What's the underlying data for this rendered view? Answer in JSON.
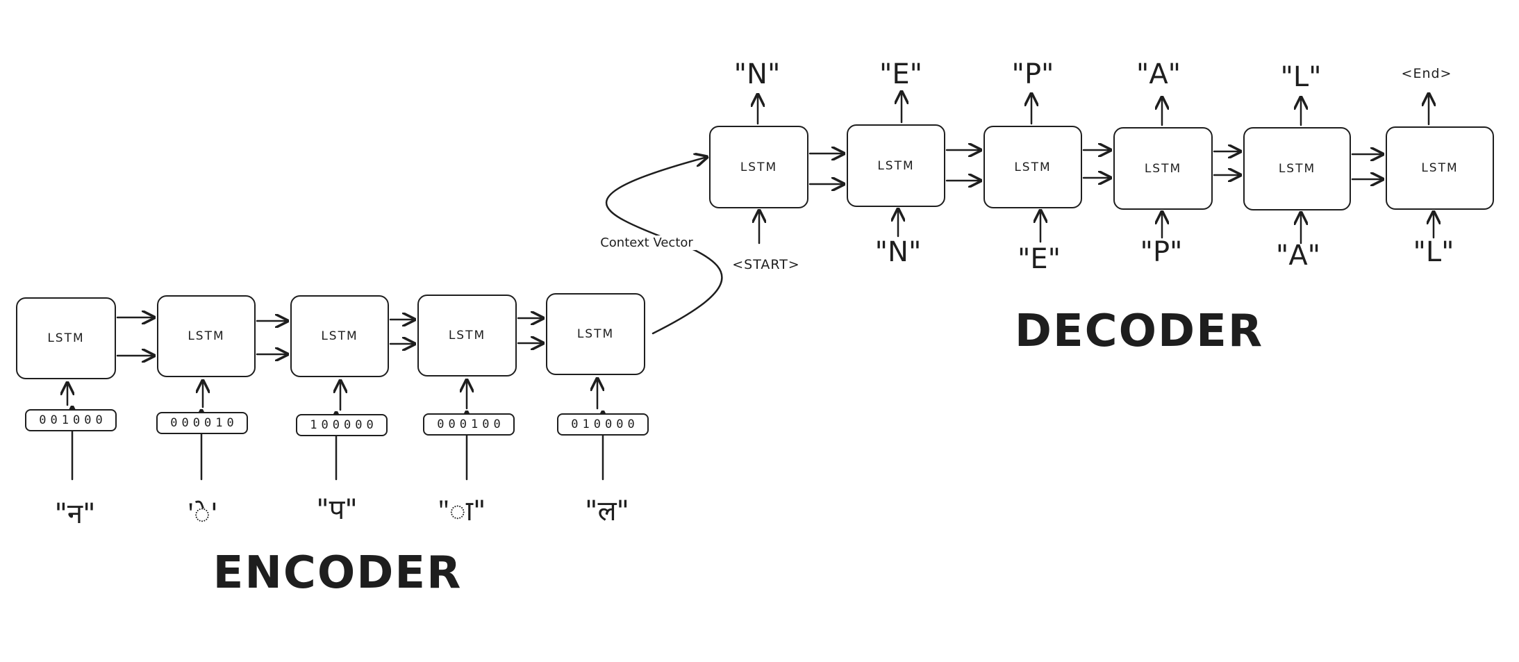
{
  "encoder": {
    "title": "ENCODER",
    "cells": [
      {
        "label": "LSTM",
        "vector": "001000",
        "input": "\"न\""
      },
      {
        "label": "LSTM",
        "vector": "000010",
        "input": "'े'"
      },
      {
        "label": "LSTM",
        "vector": "100000",
        "input": "\"प\""
      },
      {
        "label": "LSTM",
        "vector": "000100",
        "input": "\"ा\""
      },
      {
        "label": "LSTM",
        "vector": "010000",
        "input": "\"ल\""
      }
    ]
  },
  "context_vector": {
    "label": "Context Vector"
  },
  "decoder": {
    "title": "DECODER",
    "cells": [
      {
        "label": "LSTM",
        "input": "<START>",
        "output": "\"N\""
      },
      {
        "label": "LSTM",
        "input": "\"N\"",
        "output": "\"E\""
      },
      {
        "label": "LSTM",
        "input": "\"E\"",
        "output": "\"P\""
      },
      {
        "label": "LSTM",
        "input": "\"P\"",
        "output": "\"A\""
      },
      {
        "label": "LSTM",
        "input": "\"A\"",
        "output": "\"L\""
      },
      {
        "label": "LSTM",
        "input": "\"L\"",
        "output": "<End>"
      }
    ]
  },
  "colors": {
    "stroke": "#1e1e1e",
    "background": "#ffffff"
  }
}
